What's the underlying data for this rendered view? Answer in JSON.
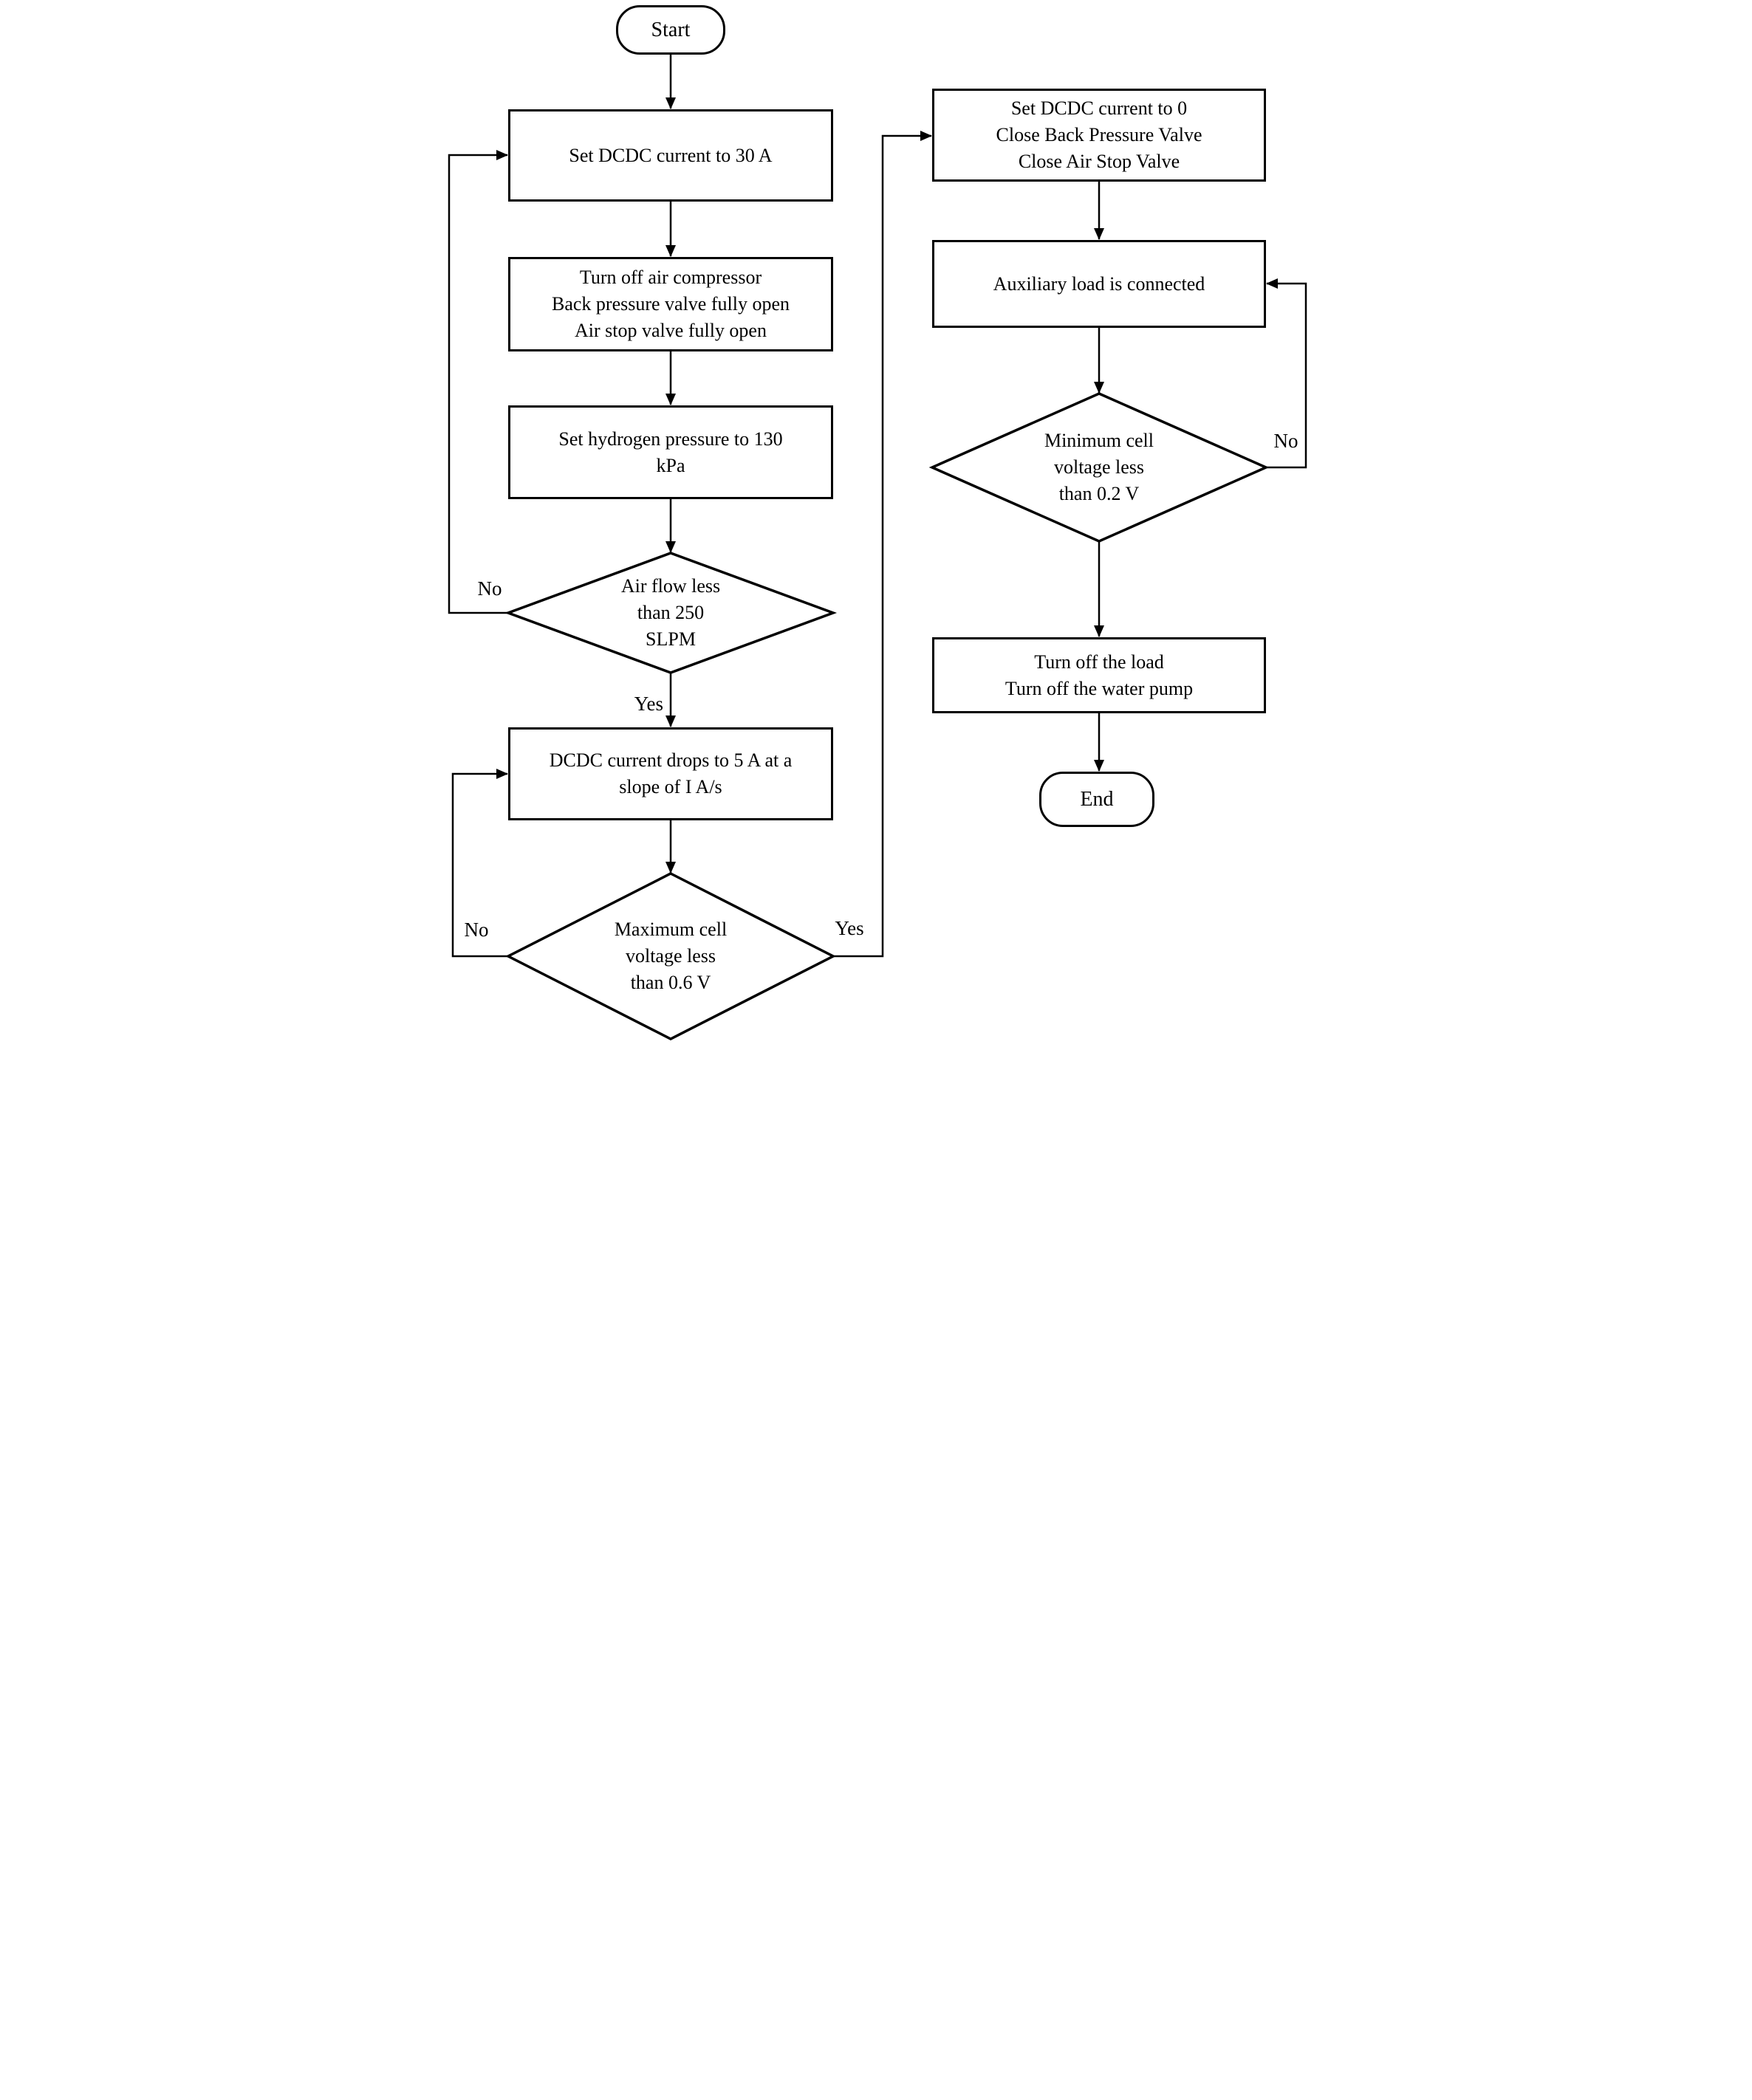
{
  "figure": {
    "type": "flowchart",
    "description": "Fuel cell shutdown procedure flowchart"
  },
  "colors": {
    "stroke": "#000000",
    "node_fill": "#ffffff",
    "background": "#ffffff"
  },
  "nodes": {
    "start": {
      "type": "terminator",
      "label": "Start"
    },
    "set_dcdc_30": {
      "type": "process",
      "lines": [
        "Set DCDC current to 30 A"
      ]
    },
    "turn_off_air": {
      "type": "process",
      "lines": [
        "Turn off air compressor",
        "Back pressure valve fully open",
        "Air stop valve fully open"
      ]
    },
    "set_h2": {
      "type": "process",
      "lines": [
        "Set hydrogen pressure to 130",
        "kPa"
      ]
    },
    "d_airflow": {
      "type": "decision",
      "lines": [
        "Air flow less",
        "than 250",
        "SLPM"
      ]
    },
    "dcdc_drop": {
      "type": "process",
      "lines": [
        "DCDC current drops to 5 A at a",
        "slope of I A/s"
      ]
    },
    "d_maxcell": {
      "type": "decision",
      "lines": [
        "Maximum cell",
        "voltage less",
        "than 0.6 V"
      ]
    },
    "set_dcdc_0": {
      "type": "process",
      "lines": [
        "Set DCDC current to 0",
        "Close Back Pressure Valve",
        "Close Air Stop Valve"
      ]
    },
    "aux_load": {
      "type": "process",
      "lines": [
        "Auxiliary load is connected"
      ]
    },
    "d_mincell": {
      "type": "decision",
      "lines": [
        "Minimum cell",
        "voltage less",
        "than 0.2 V"
      ]
    },
    "turn_off_load": {
      "type": "process",
      "lines": [
        "Turn off the load",
        "Turn off the water pump"
      ]
    },
    "end": {
      "type": "terminator",
      "label": "End"
    }
  },
  "edge_labels": {
    "d_airflow_no": "No",
    "d_airflow_yes": "Yes",
    "d_maxcell_no": "No",
    "d_maxcell_yes": "Yes",
    "d_mincell_no": "No"
  }
}
